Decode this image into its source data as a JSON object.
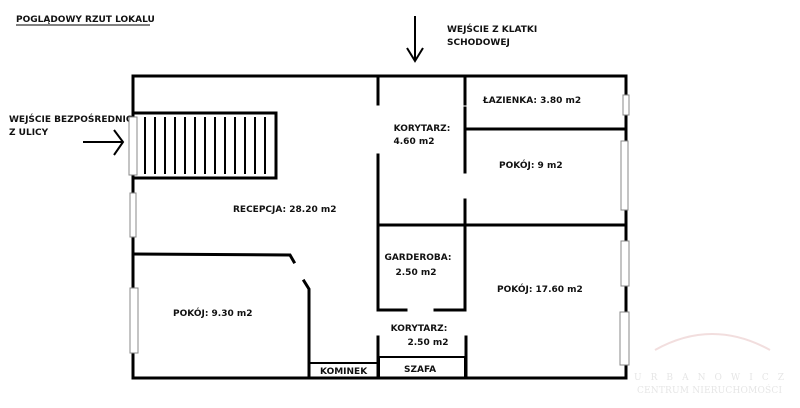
{
  "title": "POGLĄDOWY RZUT LOKALU",
  "entrances": {
    "staircase": [
      "WEJŚCIE Z KLATKI",
      "SCHODOWEJ"
    ],
    "street": [
      "WEJŚCIE BEZPOŚREDNIO",
      "Z ULICY"
    ]
  },
  "rooms": {
    "lazienka": "ŁAZIENKA: 3.80 m2",
    "korytarz1": [
      "KORYTARZ:",
      "4.60 m2"
    ],
    "pokoj9": "POKÓJ: 9 m2",
    "recepcja": "RECEPCJA:  28.20 m2",
    "garderoba": [
      "GARDEROBA:",
      "2.50 m2"
    ],
    "pokoj1760": "POKÓJ:  17.60 m2",
    "pokoj930": "POKÓJ: 9.30 m2",
    "korytarz2": [
      "KORYTARZ:",
      "2.50 m2"
    ],
    "kominek": "KOMINEK",
    "szafa": "SZAFA"
  },
  "watermark": {
    "brand": "URBANOWICZ",
    "subtitle": "CENTRUM NIERUCHOMOŚCI"
  }
}
